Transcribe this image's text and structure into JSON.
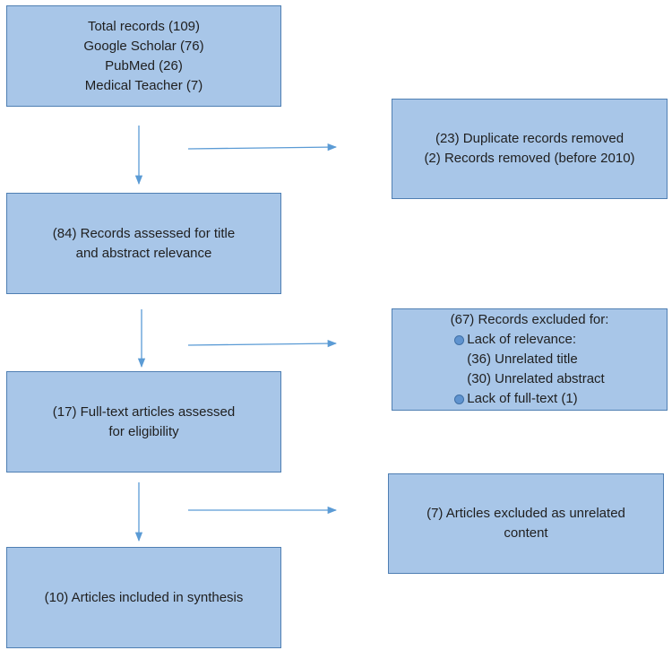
{
  "boxes": {
    "identification": {
      "lines": [
        "Total records (109)",
        "Google Scholar (76)",
        "PubMed (26)",
        "Medical Teacher (7)"
      ]
    },
    "removed": {
      "lines": [
        "(23) Duplicate records removed",
        "(2) Records removed (before 2010)"
      ]
    },
    "screening": {
      "lines": [
        "(84) Records assessed for title",
        "and abstract relevance"
      ]
    },
    "excluded_screening": {
      "heading": "(67) Records excluded for:",
      "bullet1": "Lack of relevance:",
      "sub1": "(36) Unrelated title",
      "sub2": "(30) Unrelated abstract",
      "bullet2": "Lack of full-text (1)"
    },
    "eligibility": {
      "lines": [
        "(17) Full-text articles assessed",
        "for eligibility"
      ]
    },
    "excluded_eligibility": {
      "lines": [
        "(7) Articles excluded as unrelated",
        "content"
      ]
    },
    "included": {
      "lines": [
        "(10) Articles included in synthesis"
      ]
    }
  },
  "colors": {
    "box_fill": "#a8c6e8",
    "box_border": "#4f7fb3",
    "arrow": "#5b9bd5"
  }
}
